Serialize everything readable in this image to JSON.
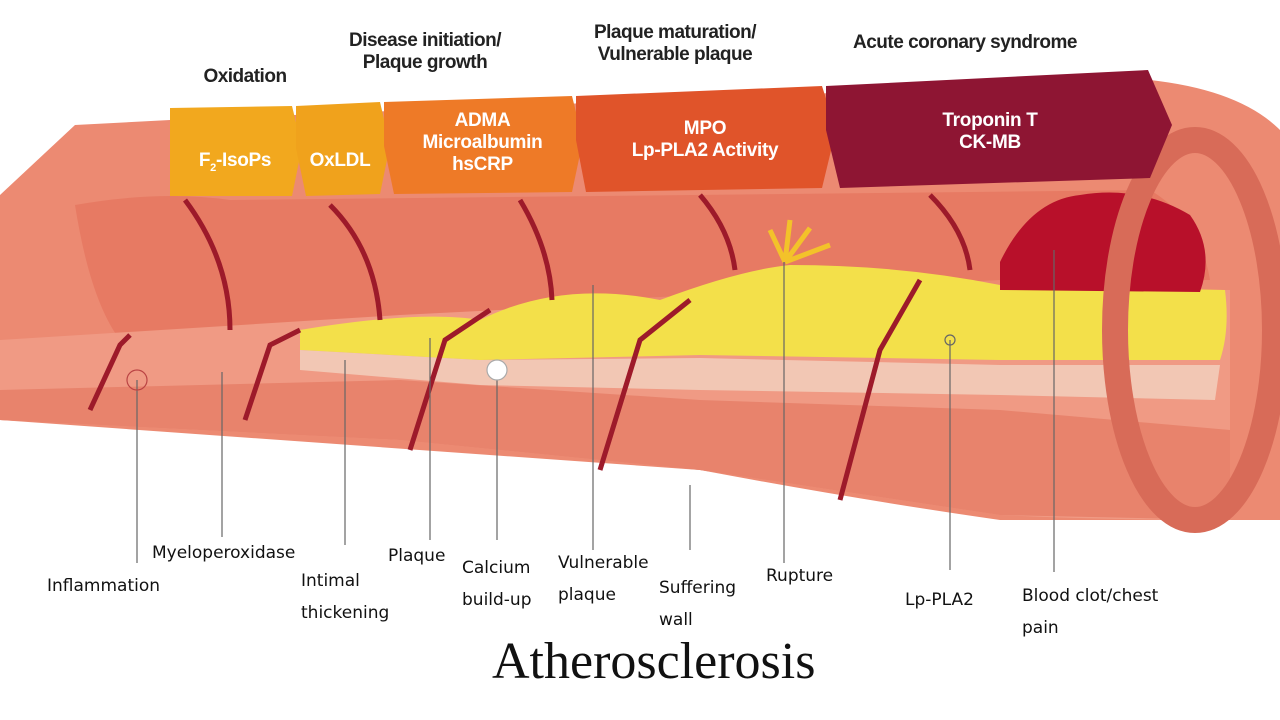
{
  "title": "Atherosclerosis",
  "stages": [
    {
      "header": "Oxidation",
      "markers": [
        "F2-IsoPs"
      ],
      "color": "#f2a81e"
    },
    {
      "header": "",
      "markers": [
        "OxLDL"
      ],
      "color": "#f0a21c"
    },
    {
      "header": "Disease initiation/ Plaque growth",
      "markers": [
        "ADMA",
        "Microalbumin",
        "hsCRP"
      ],
      "color": "#ee7a27"
    },
    {
      "header": "Plaque maturation/ Vulnerable plaque",
      "markers": [
        "MPO",
        "Lp-PLA2 Activity"
      ],
      "color": "#e0542a"
    },
    {
      "header": "Acute coronary syndrome",
      "markers": [
        "Troponin T",
        "CK-MB"
      ],
      "color": "#8e1533"
    }
  ],
  "labels": [
    {
      "lines": [
        "Inflammation"
      ]
    },
    {
      "lines": [
        "Myeloperoxidase"
      ]
    },
    {
      "lines": [
        "Intimal",
        "thickening"
      ]
    },
    {
      "lines": [
        "Plaque"
      ]
    },
    {
      "lines": [
        "Calcium",
        "build-up"
      ]
    },
    {
      "lines": [
        "Vulnerable",
        "plaque"
      ]
    },
    {
      "lines": [
        "Suffering",
        "wall"
      ]
    },
    {
      "lines": [
        "Rupture"
      ]
    },
    {
      "lines": [
        "Lp-PLA2"
      ]
    },
    {
      "lines": [
        "Blood clot/chest",
        "pain"
      ]
    }
  ]
}
